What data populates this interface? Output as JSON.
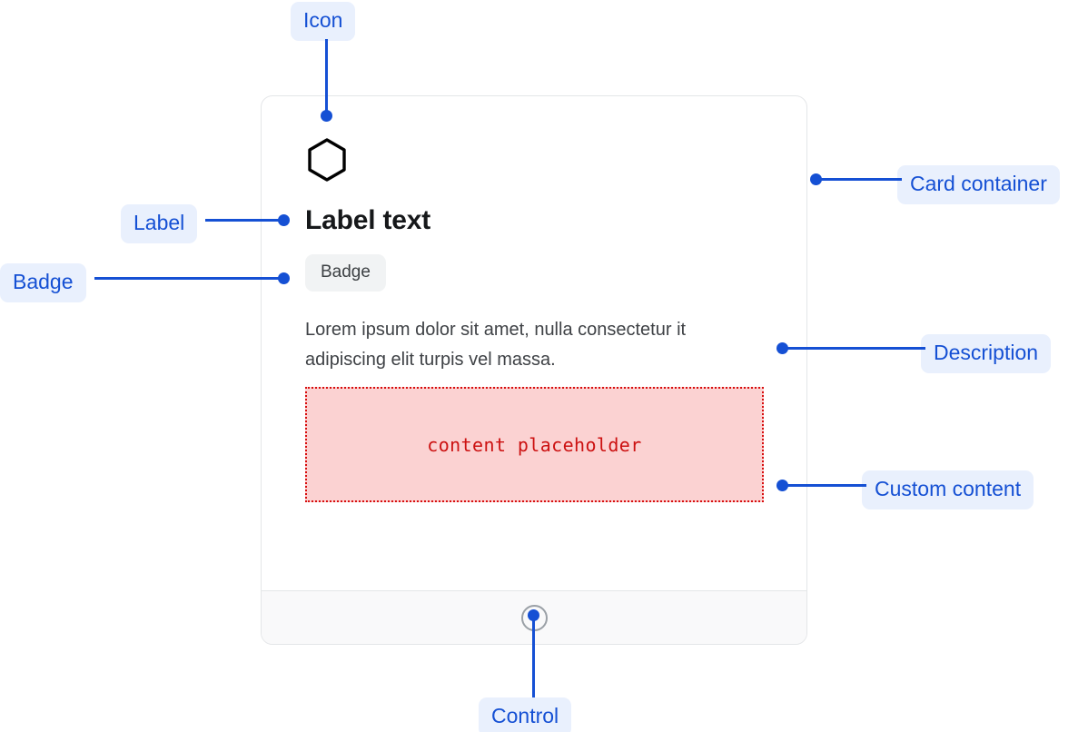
{
  "card": {
    "icon_name": "hexagon-icon",
    "label": "Label text",
    "badge": "Badge",
    "description": "Lorem ipsum dolor sit amet, nulla consectetur it adipiscing elit turpis vel massa.",
    "custom_content_text": "content placeholder",
    "footer_control_name": "radio-control"
  },
  "annotations": {
    "icon": "Icon",
    "label": "Label",
    "badge": "Badge",
    "card_container": "Card container",
    "description": "Description",
    "custom_content": "Custom content",
    "control": "Control"
  },
  "colors": {
    "annotation_blue": "#1550d4",
    "annotation_pill_bg": "#e9f0fd",
    "card_border": "#e4e6e8",
    "badge_bg": "#f1f3f4",
    "placeholder_bg": "#fbd2d2",
    "placeholder_border": "#d70f0f",
    "placeholder_text": "#cc1111",
    "footer_bg": "#f9f9fa",
    "label_text": "#16181a",
    "description_text": "#3f4246"
  }
}
